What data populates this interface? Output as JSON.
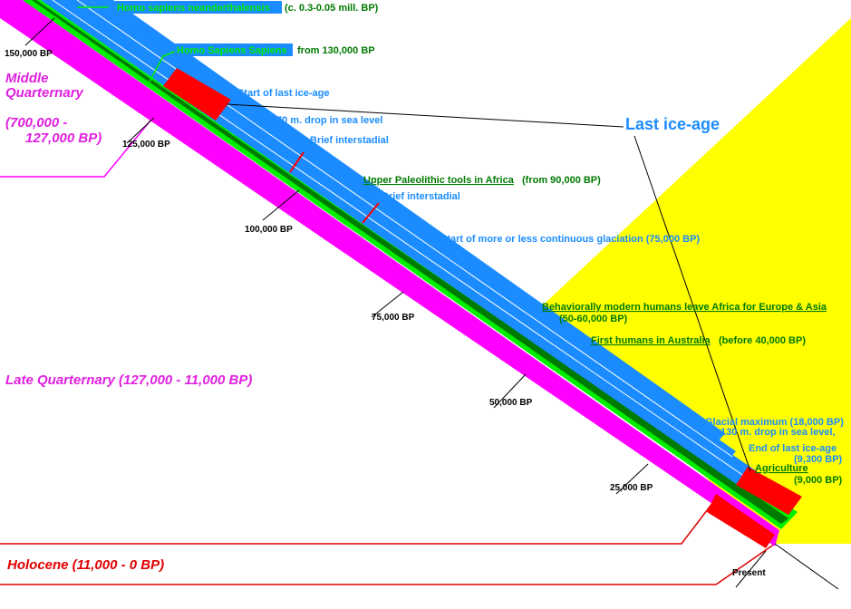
{
  "colors": {
    "magenta": "#ff00ff",
    "green": "#00ee00",
    "dark_green": "#007a00",
    "blue": "#1a8cff",
    "red": "#ff0000",
    "yellow": "#ffff00",
    "black": "#000000"
  },
  "ticks": {
    "t150": "150,000 BP",
    "t125": "125,000 BP",
    "t100": "100,000 BP",
    "t75": "75,000 BP",
    "t50": "50,000 BP",
    "t25": "25,000 BP",
    "present": "Present"
  },
  "periods": {
    "middle_line1": "Middle",
    "middle_line2": "Quarternary",
    "middle_line3": "(700,000 -",
    "middle_line4": "127,000 BP)",
    "late": "Late Quarternary (127,000 - 11,000 BP)",
    "holocene": "Holocene (11,000 - 0 BP)"
  },
  "species": {
    "neanderthal_label": "Homo sapiens neanderthalensis",
    "neanderthal_date": "(c. 0.3-0.05 mill. BP)",
    "sapiens_label": "Homo Sapiens Sapiens",
    "sapiens_date": "from 130,000 BP"
  },
  "events": {
    "last_ice_age": "Last ice-age",
    "start_last_ice_age": "Start of last ice-age",
    "sea_drop_70": "70 m. drop in sea level",
    "brief1": "Brief interstadial",
    "upper_paleo": "Upper Paleolithic tools in Africa",
    "upper_paleo_date": "(from 90,000 BP)",
    "brief2": "Brief interstadial",
    "continuous": "Start of more or less continuous glaciation (75,000 BP)",
    "leave_africa": "Behaviorally modern humans leave Africa for Europe & Asia",
    "leave_africa_date": "(50-60,000 BP)",
    "australia": "First humans in Australia",
    "australia_date": "(before 40,000 BP)",
    "glacial_max": "Glacial maximum (18,000 BP)",
    "sea_drop_130": "130 m. drop in sea level,",
    "end_ice_age": "End of last ice-age",
    "end_ice_age_date": "(9,300 BP)",
    "agriculture": "Agriculture",
    "agriculture_date": "(9,000 BP)"
  }
}
